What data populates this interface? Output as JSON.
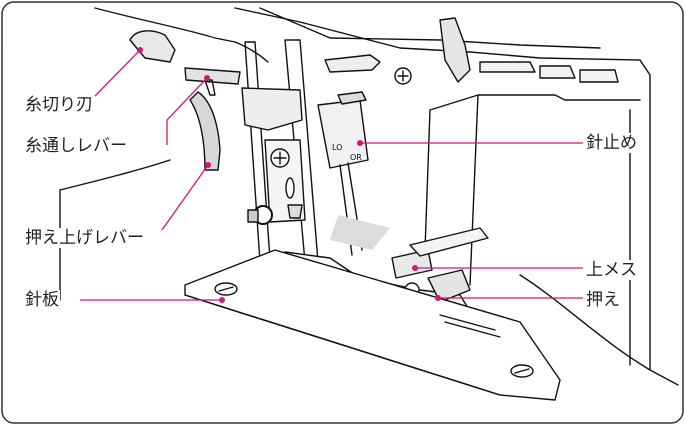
{
  "labels": {
    "thread_cutter": "糸切り刃",
    "threading_lever": "糸通しレバー",
    "presser_lever": "押え上げレバー",
    "needle_plate": "針板",
    "needle_clamp": "針止め",
    "upper_knife": "上メス",
    "presser_foot": "押え"
  },
  "plate_marks": {
    "left": "LO",
    "right": "OR"
  },
  "colors": {
    "leader_line": "#d4157a",
    "drawing_line": "#111111",
    "shade": "#dcdcdc",
    "frame": "#333333"
  }
}
